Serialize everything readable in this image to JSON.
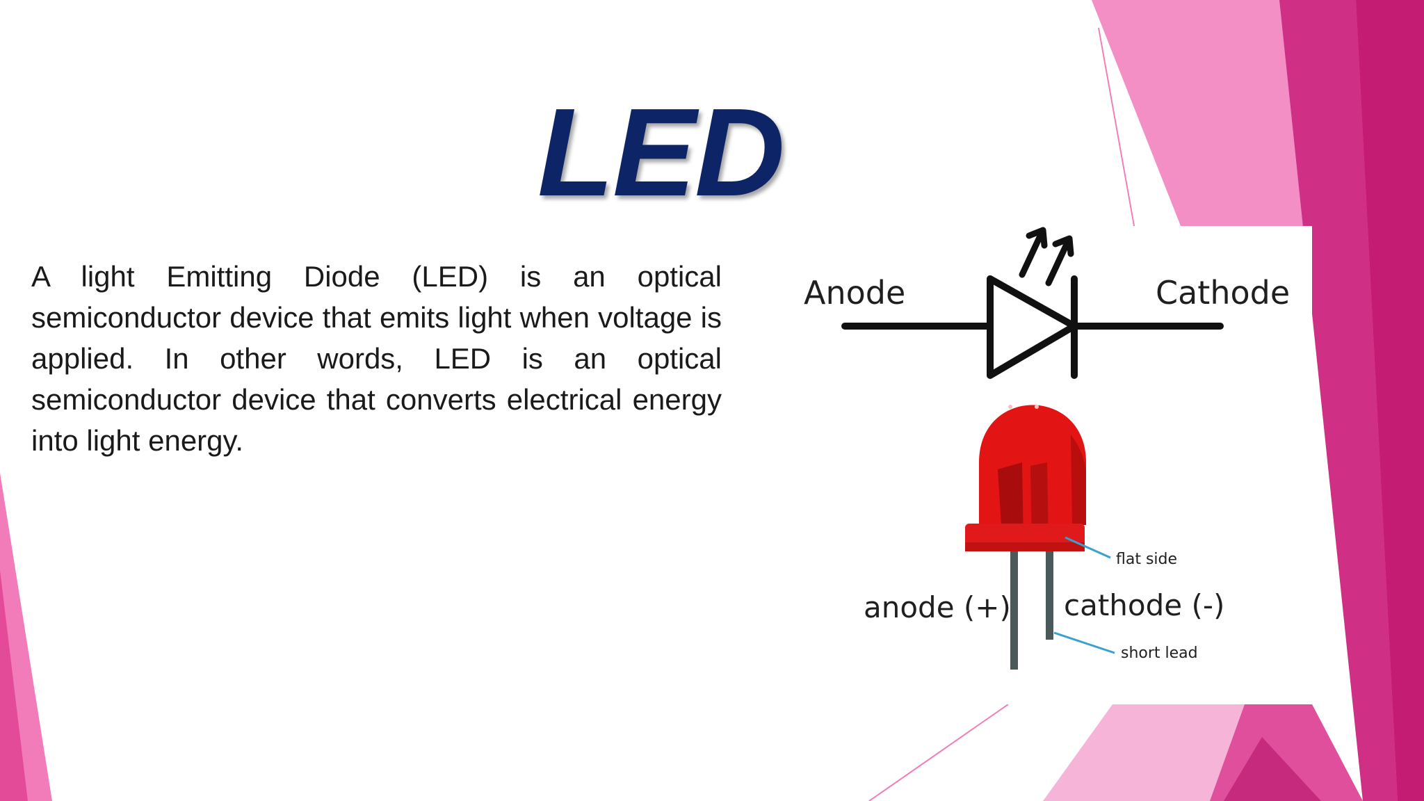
{
  "slide": {
    "title": "LED",
    "body": "A light Emitting Diode (LED) is an optical semiconductor device that emits light when voltage is applied. In other words, LED is an optical semiconductor device that converts electrical energy into light energy."
  },
  "figure": {
    "symbol": {
      "anode_label": "Anode",
      "cathode_label": "Cathode"
    },
    "component": {
      "anode_label": "anode (+)",
      "cathode_label": "cathode (-)",
      "flat_side_label": "flat side",
      "short_lead_label": "short lead"
    }
  },
  "colors": {
    "title": "#0d2466",
    "led_red": "#e31414",
    "accent_pink": "#e83e9b",
    "deep_magenta": "#c2186e",
    "callout": "#3aa0cc"
  }
}
